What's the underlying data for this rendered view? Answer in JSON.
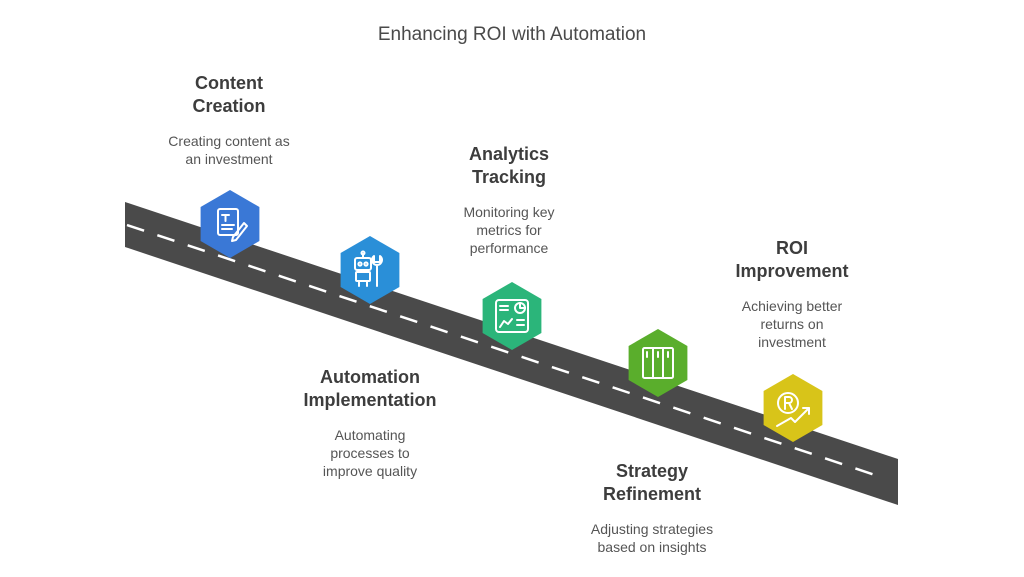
{
  "title": "Enhancing ROI with Automation",
  "colors": {
    "road": "#4a4a4a",
    "lane": "#ffffff",
    "content_creation": "#3a78d6",
    "automation_implementation": "#2a8fd8",
    "analytics_tracking": "#2bb57a",
    "strategy_refinement": "#5aae2c",
    "roi_improvement": "#d8c419"
  },
  "steps": [
    {
      "id": "content-creation",
      "title_lines": [
        "Content",
        "Creation"
      ],
      "desc_lines": [
        "Creating content as",
        "an investment"
      ],
      "icon": "document-edit-icon"
    },
    {
      "id": "automation-implementation",
      "title_lines": [
        "Automation",
        "Implementation"
      ],
      "desc_lines": [
        "Automating",
        "processes to",
        "improve quality"
      ],
      "icon": "robot-wrench-icon"
    },
    {
      "id": "analytics-tracking",
      "title_lines": [
        "Analytics",
        "Tracking"
      ],
      "desc_lines": [
        "Monitoring key",
        "metrics for",
        "performance"
      ],
      "icon": "dashboard-icon"
    },
    {
      "id": "strategy-refinement",
      "title_lines": [
        "Strategy",
        "Refinement"
      ],
      "desc_lines": [
        "Adjusting strategies",
        "based on insights"
      ],
      "icon": "columns-icon"
    },
    {
      "id": "roi-improvement",
      "title_lines": [
        "ROI",
        "Improvement"
      ],
      "desc_lines": [
        "Achieving better",
        "returns on",
        "investment"
      ],
      "icon": "rupee-growth-icon"
    }
  ]
}
